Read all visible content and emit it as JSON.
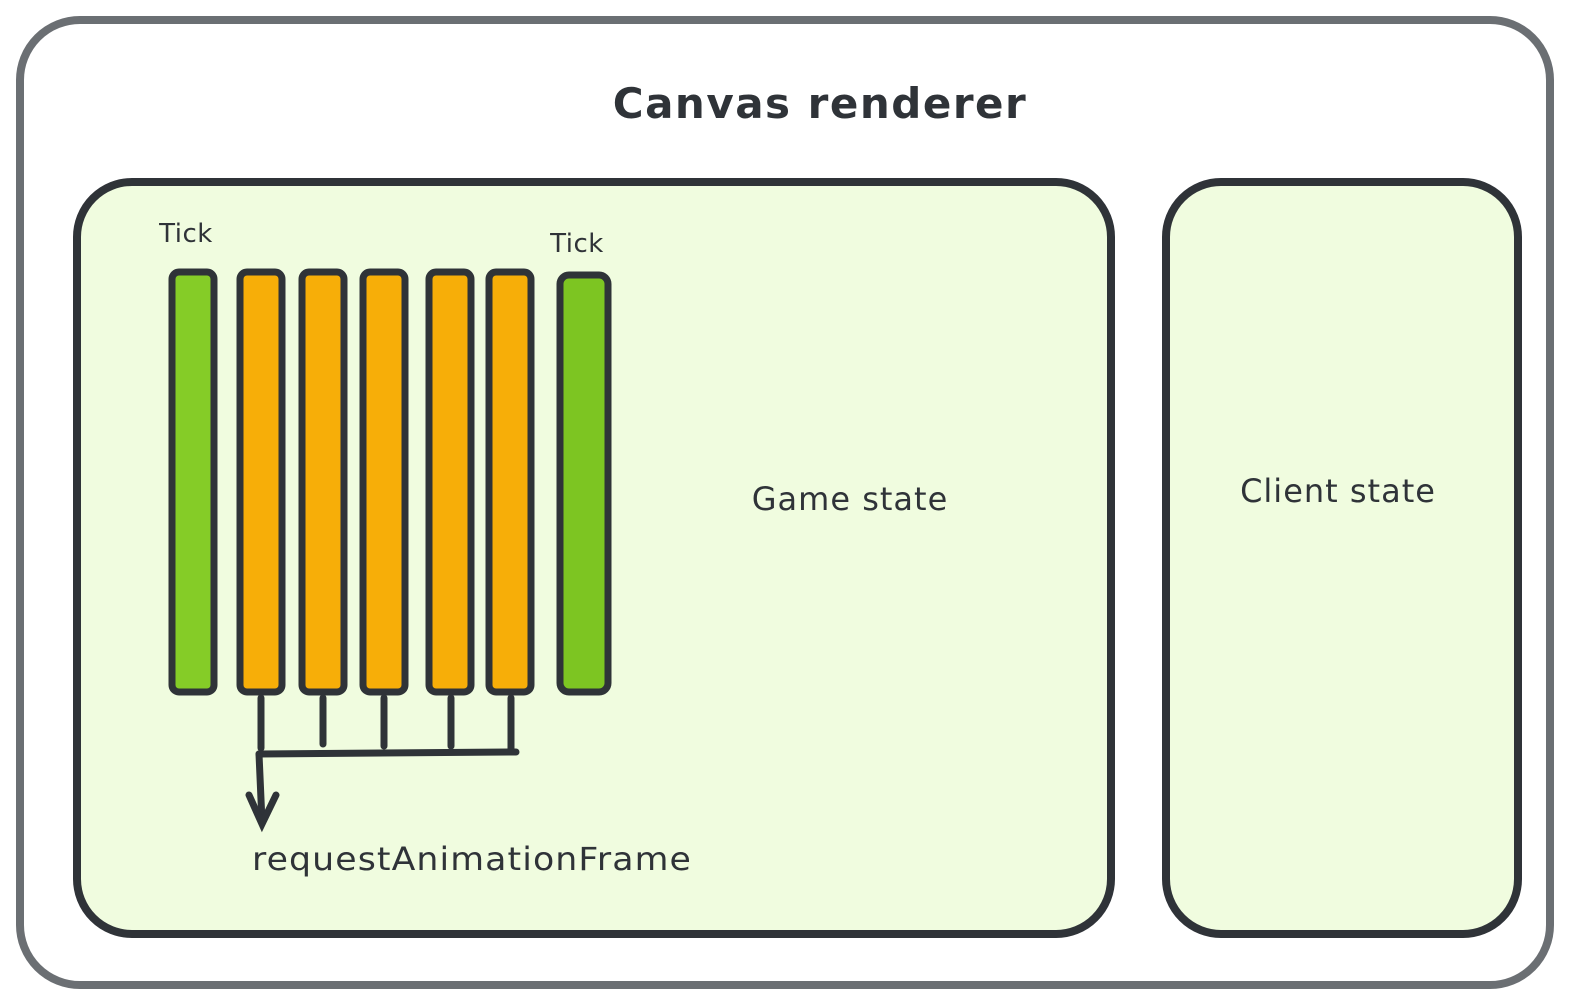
{
  "diagram": {
    "title": "Canvas renderer",
    "game_state_label": "Game state",
    "client_state_label": "Client state",
    "tick_labels": [
      "Tick",
      "Tick"
    ],
    "raf_label": "requestAnimationFrame",
    "bars": [
      {
        "kind": "tick",
        "color": "#85cc27"
      },
      {
        "kind": "frame",
        "color": "#f7ae08"
      },
      {
        "kind": "frame",
        "color": "#f7ae08"
      },
      {
        "kind": "frame",
        "color": "#f7ae08"
      },
      {
        "kind": "frame",
        "color": "#f7ae08"
      },
      {
        "kind": "frame",
        "color": "#f7ae08"
      },
      {
        "kind": "tick",
        "color": "#7dc522"
      }
    ],
    "colors": {
      "outline": "#2f3338",
      "outer_outline": "#6b6f73",
      "panel_fill": "#f0fcdf",
      "tick_bar": "#85cc27",
      "frame_bar": "#f7ae08",
      "background": "#ffffff"
    }
  }
}
